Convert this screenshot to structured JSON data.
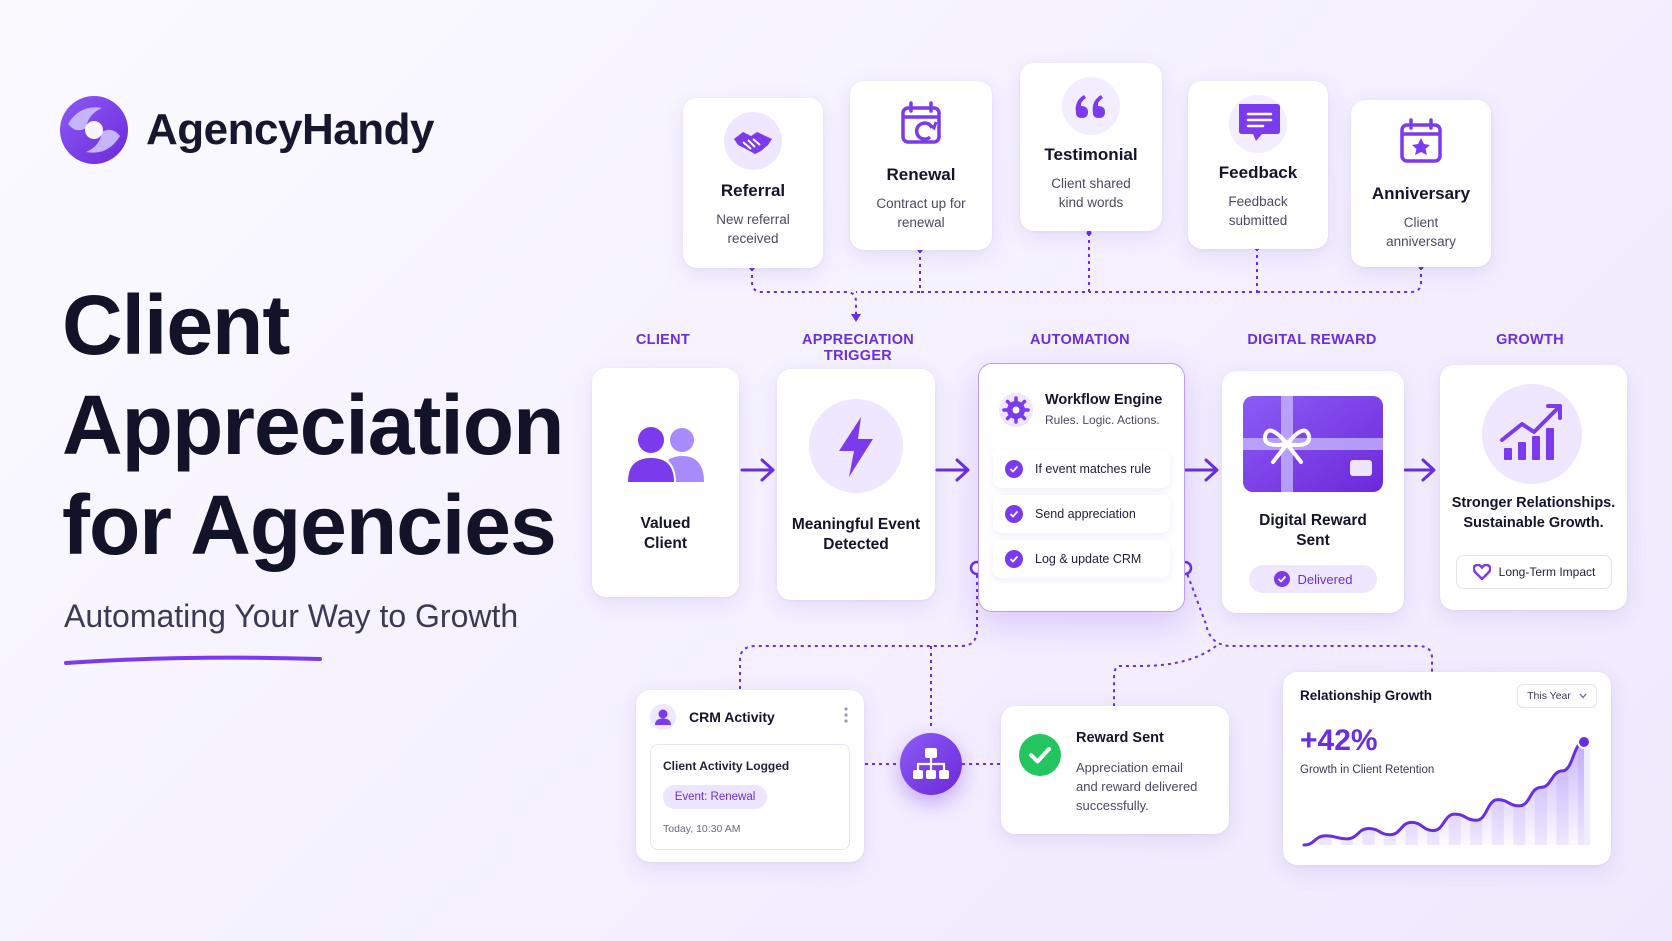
{
  "brand": {
    "name": "AgencyHandy"
  },
  "hero": {
    "line1": "Client",
    "line2": "Appreciation",
    "line3": "for Agencies",
    "subtitle": "Automating Your Way to Growth"
  },
  "triggers": [
    {
      "icon": "handshake-icon",
      "title": "Referral",
      "desc_line1": "New referral",
      "desc_line2": "received"
    },
    {
      "icon": "calendar-refresh-icon",
      "title": "Renewal",
      "desc_line1": "Contract up for",
      "desc_line2": "renewal"
    },
    {
      "icon": "quote-icon",
      "title": "Testimonial",
      "desc_line1": "Client shared",
      "desc_line2": "kind words"
    },
    {
      "icon": "chat-icon",
      "title": "Feedback",
      "desc_line1": "Feedback",
      "desc_line2": "submitted"
    },
    {
      "icon": "calendar-star-icon",
      "title": "Anniversary",
      "desc_line1": "Client",
      "desc_line2": "anniversary"
    }
  ],
  "stages": {
    "client": {
      "label": "CLIENT",
      "line1": "Valued",
      "line2": "Client"
    },
    "trigger": {
      "label": "APPRECIATION TRIGGER",
      "line1": "Meaningful Event",
      "line2": "Detected"
    },
    "automation": {
      "label": "AUTOMATION",
      "title": "Workflow Engine",
      "subtitle": "Rules. Logic. Actions.",
      "steps": [
        "If event matches rule",
        "Send appreciation",
        "Log & update CRM"
      ]
    },
    "reward": {
      "label": "DIGITAL REWARD",
      "line1": "Digital Reward",
      "line2": "Sent",
      "status": "Delivered"
    },
    "growth": {
      "label": "GROWTH",
      "line1": "Stronger Relationships.",
      "line2": "Sustainable Growth.",
      "badge": "Long-Term Impact"
    }
  },
  "crm": {
    "title": "CRM Activity",
    "entry_title": "Client Activity Logged",
    "tag": "Event: Renewal",
    "time": "Today, 10:30 AM"
  },
  "reward_sent": {
    "title": "Reward Sent",
    "line1": "Appreciation email",
    "line2": "and reward delivered",
    "line3": "successfully."
  },
  "growth_chart": {
    "title": "Relationship Growth",
    "period": "This Year",
    "value": "+42%",
    "caption": "Growth in Client Retention"
  },
  "colors": {
    "accent": "#6a2ee0",
    "accent_light": "#ede4ff",
    "success": "#22c55e",
    "text": "#14142b"
  },
  "chart_data": {
    "type": "area",
    "title": "Relationship Growth",
    "values": [
      0,
      9,
      6,
      16,
      10,
      22,
      14,
      30,
      24,
      44,
      38,
      56,
      72,
      100
    ],
    "xlabel": "",
    "ylabel": "",
    "grid": false
  }
}
